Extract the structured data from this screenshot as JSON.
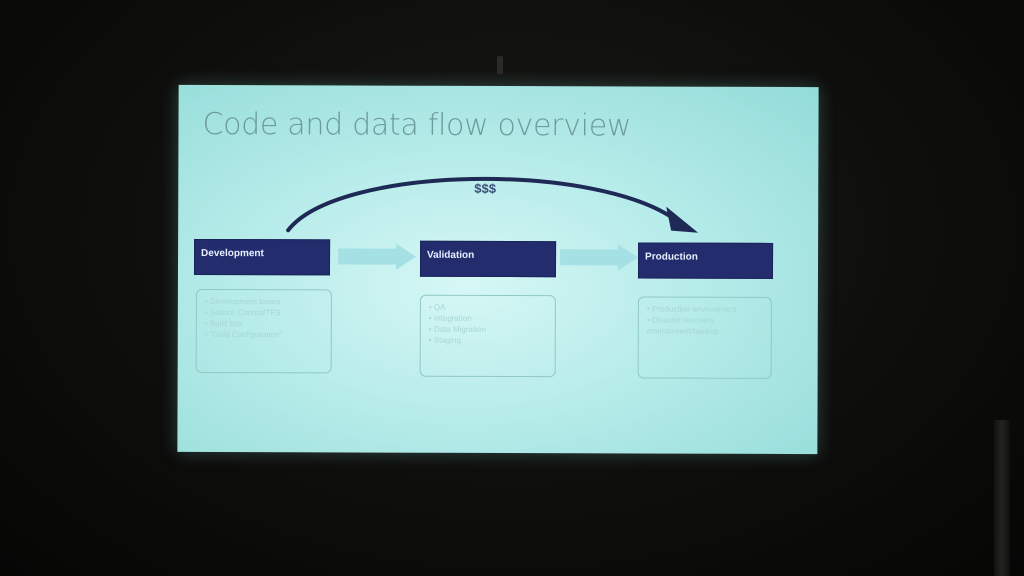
{
  "slide": {
    "title": "Code and data flow overview",
    "top_arrow_label": "$$$",
    "stages": [
      {
        "label": "Development",
        "items": [
          "Development boxes",
          "Source Control/TFS",
          "Build box",
          "\"Gold Configuration\""
        ]
      },
      {
        "label": "Validation",
        "items": [
          "QA",
          "Integration",
          "Data Migration",
          "Staging"
        ]
      },
      {
        "label": "Production",
        "items": [
          "Production environment",
          "Disaster recovery environment/backup"
        ]
      }
    ]
  },
  "colors": {
    "stage_fill": "#232d6e",
    "title_text": "#6e9a9c",
    "screen_glow": "#b7ecea",
    "arrow_fill": "#a5e0e4"
  }
}
